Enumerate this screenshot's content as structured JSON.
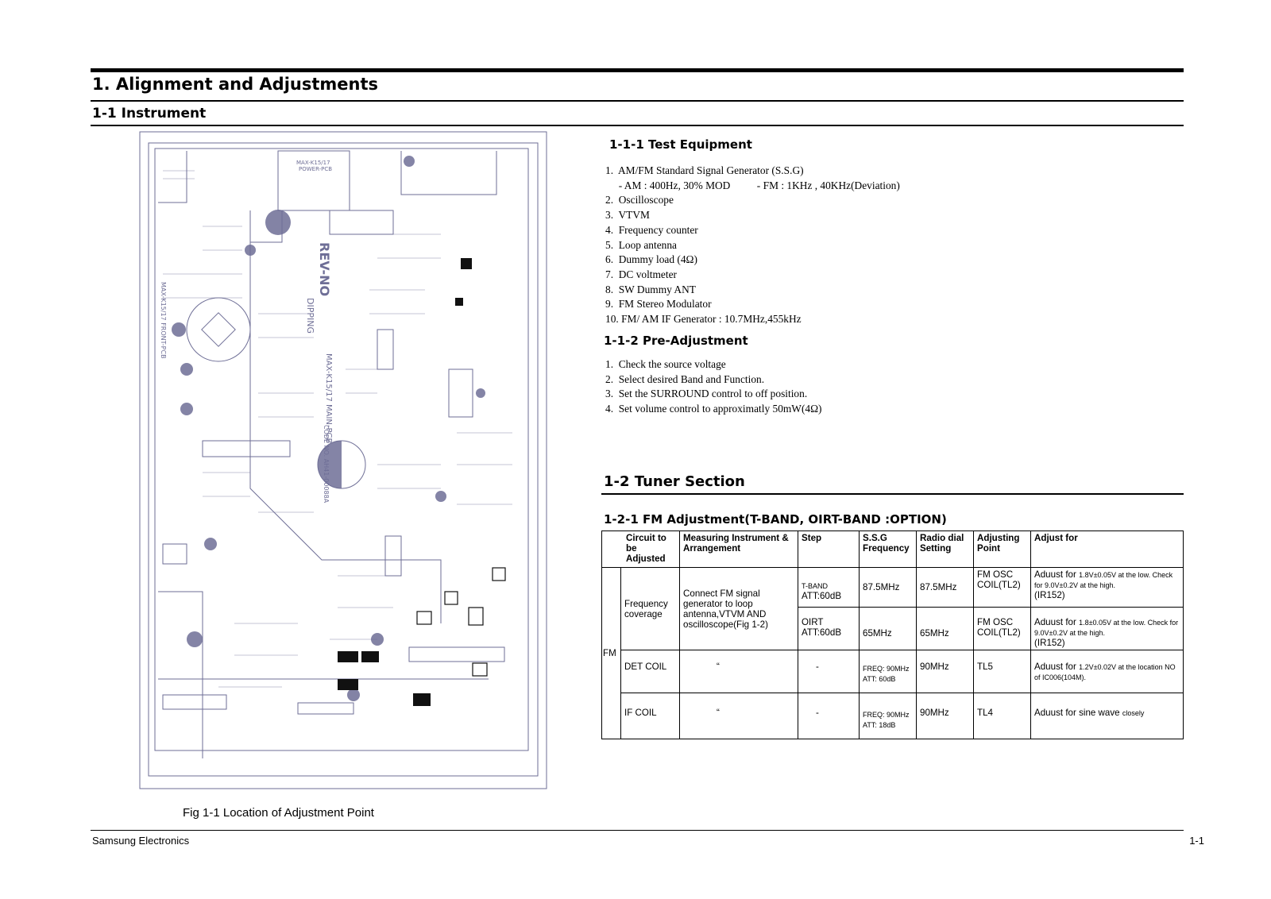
{
  "headings": {
    "main": "1. Alignment and Adjustments",
    "instrument": "1-1 Instrument",
    "test_equipment": "1-1-1 Test Equipment",
    "pre_adjustment": "1-1-2  Pre-Adjustment",
    "tuner": "1-2 Tuner Section",
    "fm_adjustment": "1-2-1 FM Adjustment(T-BAND, OIRT-BAND :OPTION)"
  },
  "test_equipment": [
    "1.  AM/FM Standard Signal Generator (S.S.G)",
    "     - AM : 400Hz, 30% MOD          - FM : 1KHz , 40KHz(Deviation)",
    "2.  Oscilloscope",
    "3.  VTVM",
    "4.  Frequency counter",
    "5.  Loop antenna",
    "6.  Dummy load (4Ω)",
    "7.  DC voltmeter",
    "8.  SW Dummy ANT",
    "9.  FM Stereo Modulator",
    "10. FM/ AM IF Generator : 10.7MHz,455kHz"
  ],
  "pre_adjustment": [
    "1.  Check the source voltage",
    "2.  Select desired Band and Function.",
    "3.  Set the SURROUND control to off position.",
    "4.  Set volume control to approximatly 50mW(4Ω)"
  ],
  "pcb": {
    "power_label_1": "MAX-K15/17",
    "power_label_2": "POWER-PCB",
    "rev_label": "REV-NO",
    "dipping_label": "DIPPING",
    "main_label": "MAX-K15/17 MAIN-PCB",
    "code_label": "CODE NO. AH41-00088A",
    "front_label": "MAX-K15/17 FRONT-PCB"
  },
  "figure_caption": "Fig 1-1 Location of Adjustment Point",
  "table": {
    "headers": [
      "Circuit to be Adjusted",
      "Measuring Instrument & Arrangement",
      "Step",
      "S.S.G Frequency",
      "Radio dial Setting",
      "Adjusting Point",
      "Adjust for"
    ],
    "band": "FM",
    "freq_coverage": "Frequency coverage",
    "connect_note": "Connect FM signal generator to loop antenna,VTVM AND oscilloscope(Fig 1-2)",
    "row1": {
      "step_a": "T-BAND",
      "step_b": "ATT:60dB",
      "ssg": "87.5MHz",
      "dial": "87.5MHz",
      "point": "FM OSC COIL(TL2)",
      "adj_lead": "Aduust for ",
      "adj_val": "1.8V±0.05V at the  low. Check for 9.0V±0.2V at the high.",
      "adj_end": "(IR152)"
    },
    "row2": {
      "step_a": "OIRT",
      "step_b": "ATT:60dB",
      "ssg": "65MHz",
      "dial": "65MHz",
      "point": "FM OSC COIL(TL2)",
      "adj_lead": "Aduust for ",
      "adj_val": "1.8±0.05V at the  low. Check for 9.0V±0.2V at the high.",
      "adj_end": "(IR152)"
    },
    "row3": {
      "circuit": "DET COIL",
      "instrument": "“",
      "step": "-",
      "ssg_a": "FREQ: 90MHz",
      "ssg_b": "ATT: 60dB",
      "dial": "90MHz",
      "point": "TL5",
      "adj_lead": "Aduust for ",
      "adj_val": "1.2V±0.02V at the location NO of IC006(104M)."
    },
    "row4": {
      "circuit": "IF COIL",
      "instrument": "“",
      "step": "-",
      "ssg_a": "FREQ: 90MHz",
      "ssg_b": "ATT: 18dB",
      "dial": "90MHz",
      "point": "TL4",
      "adj_lead": "Aduust for sine wave ",
      "adj_val": "closely"
    }
  },
  "footer": {
    "left": "Samsung Electronics",
    "right": "1-1"
  },
  "colors": {
    "pcb_ink": "#6e6e96",
    "rule": "#000000"
  }
}
